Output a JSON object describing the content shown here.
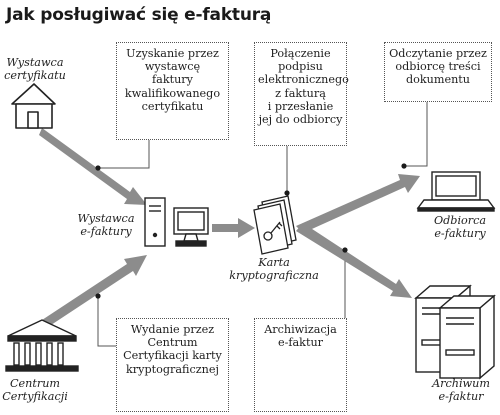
{
  "title": "Jak posługiwać się e-fakturą",
  "boxes": {
    "uzyskanie": "Uzyskanie przez\nwystawcę\nfaktury\nkwalifikowanego\ncertyfikatu",
    "polaczenie": "Połączenie\npodpisu\nelektronicznego\nz fakturą\ni przesłanie\njej do odbiorcy",
    "odczytanie": "Odczytanie przez\nodbiorcę treści\ndokumentu",
    "wydanie": "Wydanie przez\nCentrum\nCertyfikacji karty\nkryptograficznej",
    "archiwizacja": "Archiwizacja\ne-faktur"
  },
  "labels": {
    "wystawca_certyfikatu": "Wystawca\ncertyfikatu",
    "wystawca_efaktury": "Wystawca\ne-faktury",
    "karta": "Karta\nkryptograficzna",
    "odbiorca": "Odbiorca\ne-faktury",
    "centrum": "Centrum\nCertyfikacji",
    "archiwum": "Archiwum\ne-faktur"
  },
  "icons": {
    "house": "house-icon",
    "computer": "computer-icon",
    "card": "card-key-icon",
    "laptop": "laptop-icon",
    "building": "building-icon",
    "servers": "server-icon"
  },
  "colors": {
    "arrow": "#8c8c8c",
    "line": "#555555",
    "dot": "#1a1a1a",
    "text": "#1f1f1f"
  }
}
